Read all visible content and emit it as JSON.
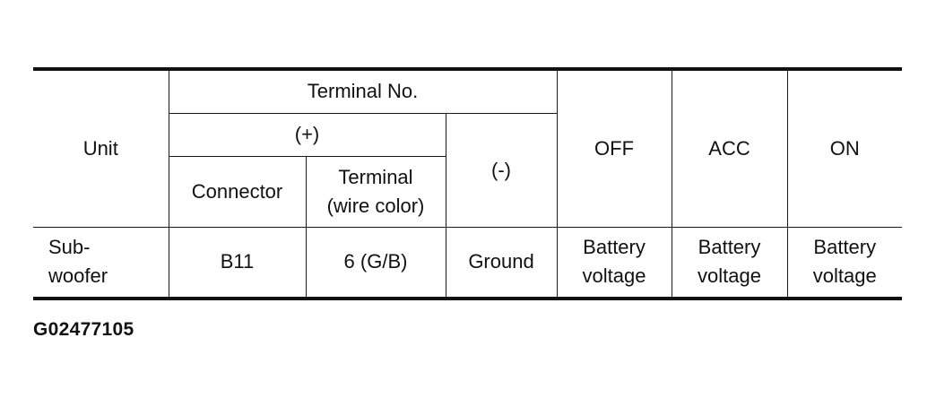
{
  "table": {
    "headers": {
      "unit": "Unit",
      "terminal_no": "Terminal No.",
      "plus": "(+)",
      "minus": "(-)",
      "connector": "Connector",
      "terminal_line1": "Terminal",
      "terminal_line2": "(wire color)",
      "off": "OFF",
      "acc": "ACC",
      "on": "ON"
    },
    "rows": [
      {
        "unit_line1": "Sub-",
        "unit_line2": "woofer",
        "connector": "B11",
        "terminal": "6 (G/B)",
        "minus": "Ground",
        "off_line1": "Battery",
        "off_line2": "voltage",
        "acc_line1": "Battery",
        "acc_line2": "voltage",
        "on_line1": "Battery",
        "on_line2": "voltage"
      }
    ]
  },
  "figure_code": "G02477105"
}
